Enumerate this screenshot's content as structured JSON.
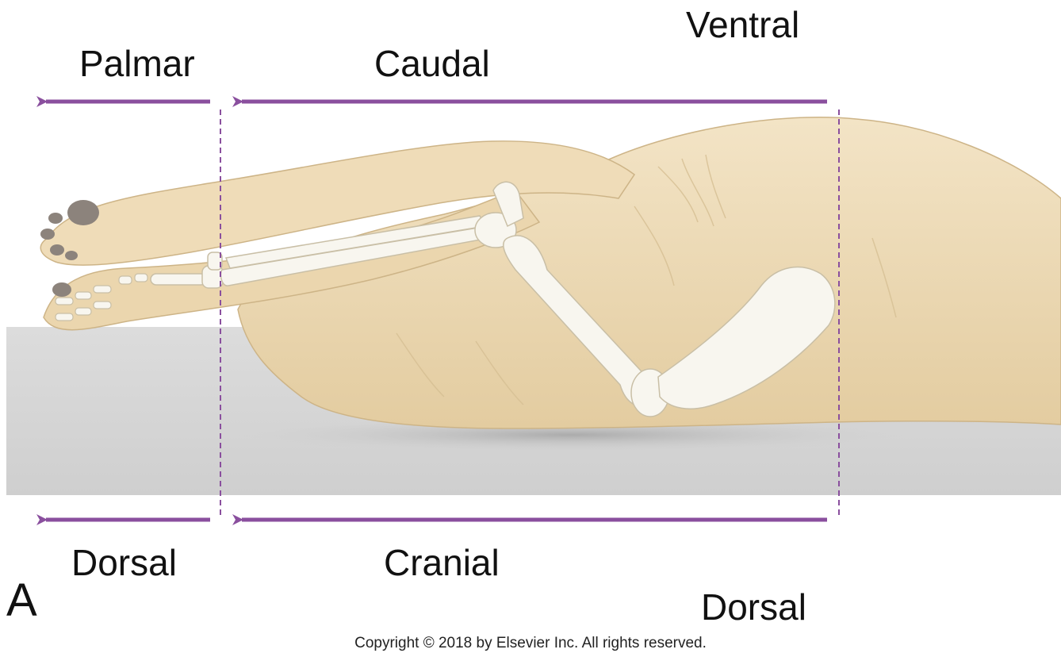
{
  "labels": {
    "ventral": "Ventral",
    "palmar": "Palmar",
    "caudal": "Caudal",
    "dorsal_left": "Dorsal",
    "cranial": "Cranial",
    "dorsal_right": "Dorsal"
  },
  "panel_letter": "A",
  "copyright": "Copyright © 2018 by Elsevier Inc. All rights reserved.",
  "colors": {
    "arrow": "#8a4f9e",
    "table": "#d4d4d4",
    "fur": "#ecd9b4",
    "fur_shadow": "#d9c092",
    "bone": "#f8f6ef",
    "bone_outline": "#c9bfa6",
    "paw_pad": "#8c837c"
  }
}
